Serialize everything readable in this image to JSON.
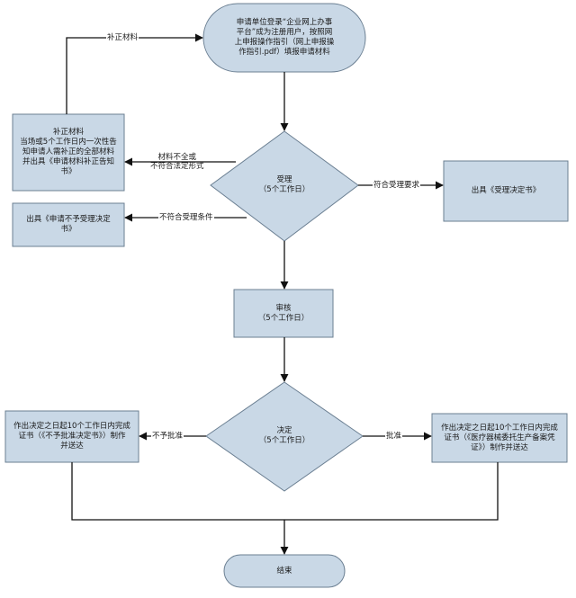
{
  "colors": {
    "node_fill": "#c9d8e6",
    "node_stroke": "#6b7f92",
    "line": "#111111"
  },
  "nodes": {
    "start": {
      "lines": [
        "申请单位登录“企业网上办事",
        "平台”成为注册用户，按照网",
        "上申报操作指引（网上申报操",
        "作指引.pdf）填报申请材料"
      ]
    },
    "supplement": {
      "lines": [
        "补正材料",
        "当场或5个工作日内一次性告",
        "知申请人需补正的全部材料",
        "并出具《申请材料补正告知",
        "书》"
      ]
    },
    "accept": {
      "lines": [
        "受理",
        "（5个工作日）"
      ]
    },
    "accept_notice": {
      "lines": [
        "出具《受理决定书》"
      ]
    },
    "reject_notice": {
      "lines": [
        "出具《申请不予受理决定",
        "书》"
      ]
    },
    "review": {
      "lines": [
        "审核",
        "（5个工作日）"
      ]
    },
    "decide": {
      "lines": [
        "决定",
        "（5个工作日）"
      ]
    },
    "deny_result": {
      "lines": [
        "作出决定之日起10个工作日内完成",
        "证书（《不予批准决定书》）制作",
        "并送达"
      ]
    },
    "approve_result": {
      "lines": [
        "作出决定之日起10个工作日内完成",
        "证书（《医疗器械委托生产备案凭",
        "证》）制作并送达"
      ]
    },
    "end": {
      "lines": [
        "结束"
      ]
    }
  },
  "edges": {
    "supplement_materials": "补正材料",
    "incomplete": {
      "lines": [
        "材料不全或",
        "不符合法定形式"
      ]
    },
    "meets_requirements": "符合受理要求",
    "not_meets": "不符合受理条件",
    "deny": "不予批准",
    "approve": "批准"
  }
}
